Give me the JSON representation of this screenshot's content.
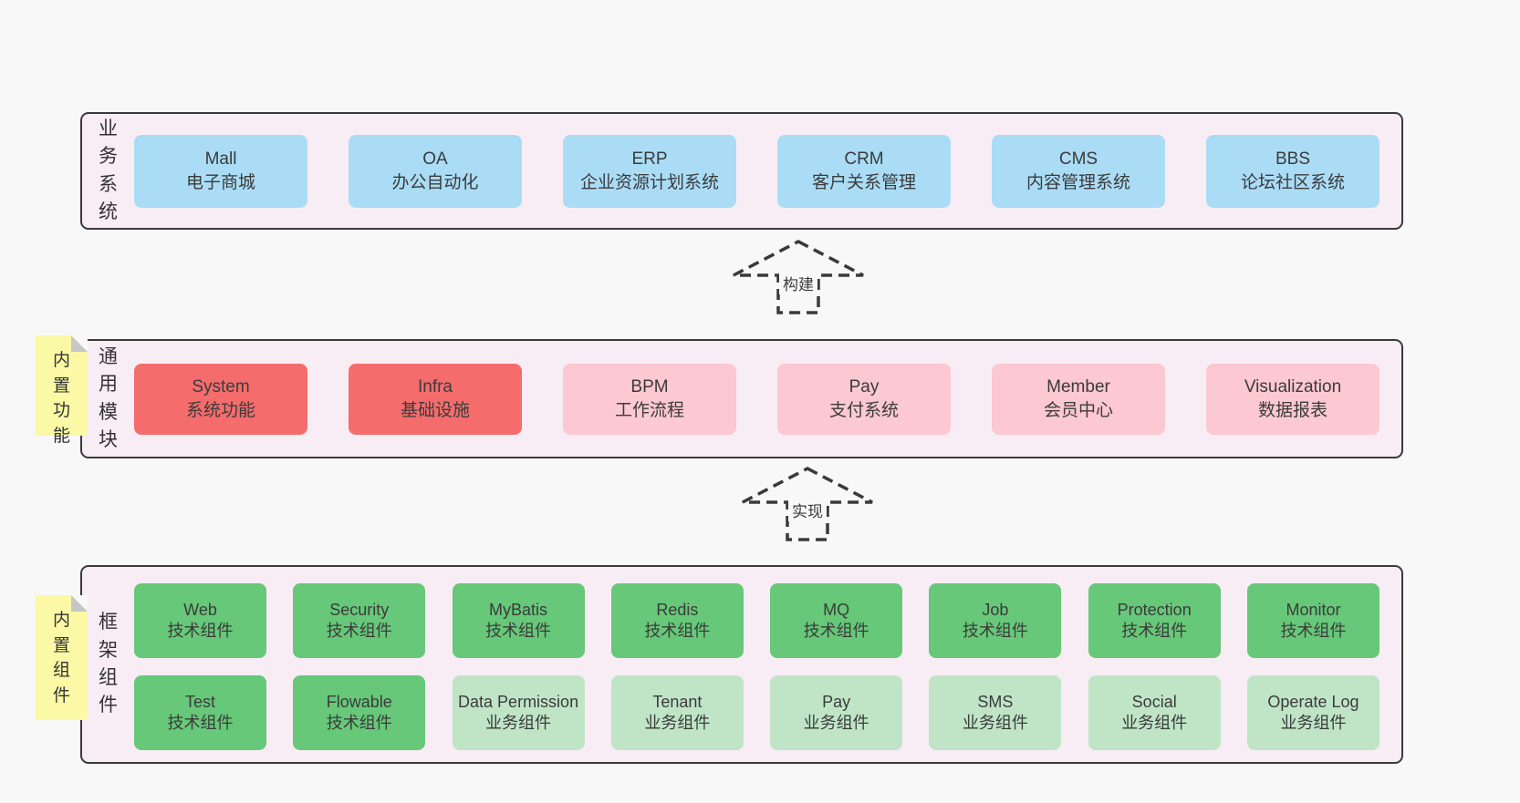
{
  "arrows": [
    {
      "label": "构建"
    },
    {
      "label": "实现"
    }
  ],
  "colors": {
    "page_bg": "#f8f8f8",
    "band_bg": "#f8edf5",
    "border": "#3a3a3a",
    "text": "#3b3b3b",
    "blue": "#aadcf6",
    "red": "#f56c6c",
    "pink": "#fcc8d1",
    "green": "#66c878",
    "light_green": "#bfe5c6",
    "sticky": "#fbf9a5",
    "sticky_fold": "#c6c6c6"
  },
  "bands": [
    {
      "label": "业务系统",
      "items": [
        {
          "title": "Mall",
          "subtitle": "电子商城"
        },
        {
          "title": "OA",
          "subtitle": "办公自动化"
        },
        {
          "title": "ERP",
          "subtitle": "企业资源计划系统"
        },
        {
          "title": "CRM",
          "subtitle": "客户关系管理"
        },
        {
          "title": "CMS",
          "subtitle": "内容管理系统"
        },
        {
          "title": "BBS",
          "subtitle": "论坛社区系统"
        }
      ]
    },
    {
      "label": "通用模块",
      "sticky": "内置功能",
      "items": [
        {
          "title": "System",
          "subtitle": "系统功能"
        },
        {
          "title": "Infra",
          "subtitle": "基础设施"
        },
        {
          "title": "BPM",
          "subtitle": "工作流程"
        },
        {
          "title": "Pay",
          "subtitle": "支付系统"
        },
        {
          "title": "Member",
          "subtitle": "会员中心"
        },
        {
          "title": "Visualization",
          "subtitle": "数据报表"
        }
      ]
    },
    {
      "label": "框架组件",
      "sticky": "内置组件",
      "row1": [
        {
          "title": "Web",
          "subtitle": "技术组件"
        },
        {
          "title": "Security",
          "subtitle": "技术组件"
        },
        {
          "title": "MyBatis",
          "subtitle": "技术组件"
        },
        {
          "title": "Redis",
          "subtitle": "技术组件"
        },
        {
          "title": "MQ",
          "subtitle": "技术组件"
        },
        {
          "title": "Job",
          "subtitle": "技术组件"
        },
        {
          "title": "Protection",
          "subtitle": "技术组件"
        },
        {
          "title": "Monitor",
          "subtitle": "技术组件"
        }
      ],
      "row2": [
        {
          "title": "Test",
          "subtitle": "技术组件"
        },
        {
          "title": "Flowable",
          "subtitle": "技术组件"
        },
        {
          "title": "Data Permission",
          "subtitle": "业务组件"
        },
        {
          "title": "Tenant",
          "subtitle": "业务组件"
        },
        {
          "title": "Pay",
          "subtitle": "业务组件"
        },
        {
          "title": "SMS",
          "subtitle": "业务组件"
        },
        {
          "title": "Social",
          "subtitle": "业务组件"
        },
        {
          "title": "Operate Log",
          "subtitle": "业务组件"
        }
      ]
    }
  ]
}
